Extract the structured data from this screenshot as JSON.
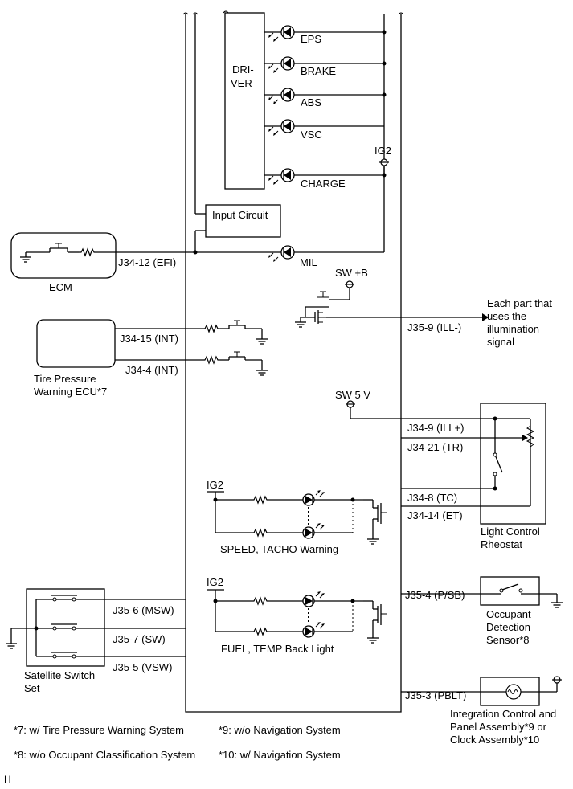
{
  "driver": {
    "line1": "DRI-",
    "line2": "VER"
  },
  "lamps": {
    "eps": "EPS",
    "brake": "BRAKE",
    "abs": "ABS",
    "vsc": "VSC",
    "charge": "CHARGE",
    "mil": "MIL"
  },
  "supplies": {
    "ig2_top": "IG2",
    "swb": "SW +B",
    "sw5v": "SW 5 V",
    "ig2_speed": "IG2",
    "ig2_fuel": "IG2"
  },
  "input_circuit": "Input Circuit",
  "ecm": {
    "label": "ECM",
    "pin": "J34-12 (EFI)"
  },
  "tire": {
    "label1": "Tire Pressure",
    "label2": "Warning ECU*7",
    "pin1": "J34-15 (INT)",
    "pin2": "J34-4 (INT)"
  },
  "illum": {
    "pin": "J35-9 (ILL-)",
    "text1": "Each part that",
    "text2": "uses the",
    "text3": "illumination",
    "text4": "signal"
  },
  "rheostat": {
    "pin1": "J34-9 (ILL+)",
    "pin2": "J34-21 (TR)",
    "pin3": "J34-8 (TC)",
    "pin4": "J34-14 (ET)",
    "label1": "Light Control",
    "label2": "Rheostat"
  },
  "speed_label": "SPEED, TACHO Warning",
  "fuel_label": "FUEL, TEMP Back Light",
  "satellite": {
    "pin1": "J35-6 (MSW)",
    "pin2": "J35-7 (SW)",
    "pin3": "J35-5 (VSW)",
    "label1": "Satellite Switch",
    "label2": "Set"
  },
  "occupant": {
    "pin": "J35-4 (P/SB)",
    "label1": "Occupant",
    "label2": "Detection",
    "label3": "Sensor*8"
  },
  "integration": {
    "pin": "J35-3 (PBLT)",
    "label1": "Integration Control and",
    "label2": "Panel Assembly*9 or",
    "label3": "Clock Assembly*10"
  },
  "notes": {
    "n7": "*7: w/ Tire Pressure Warning System",
    "n9": "*9: w/o Navigation System",
    "n8": "*8: w/o Occupant Classification System",
    "n10": "*10: w/ Navigation System"
  },
  "corner": "H"
}
